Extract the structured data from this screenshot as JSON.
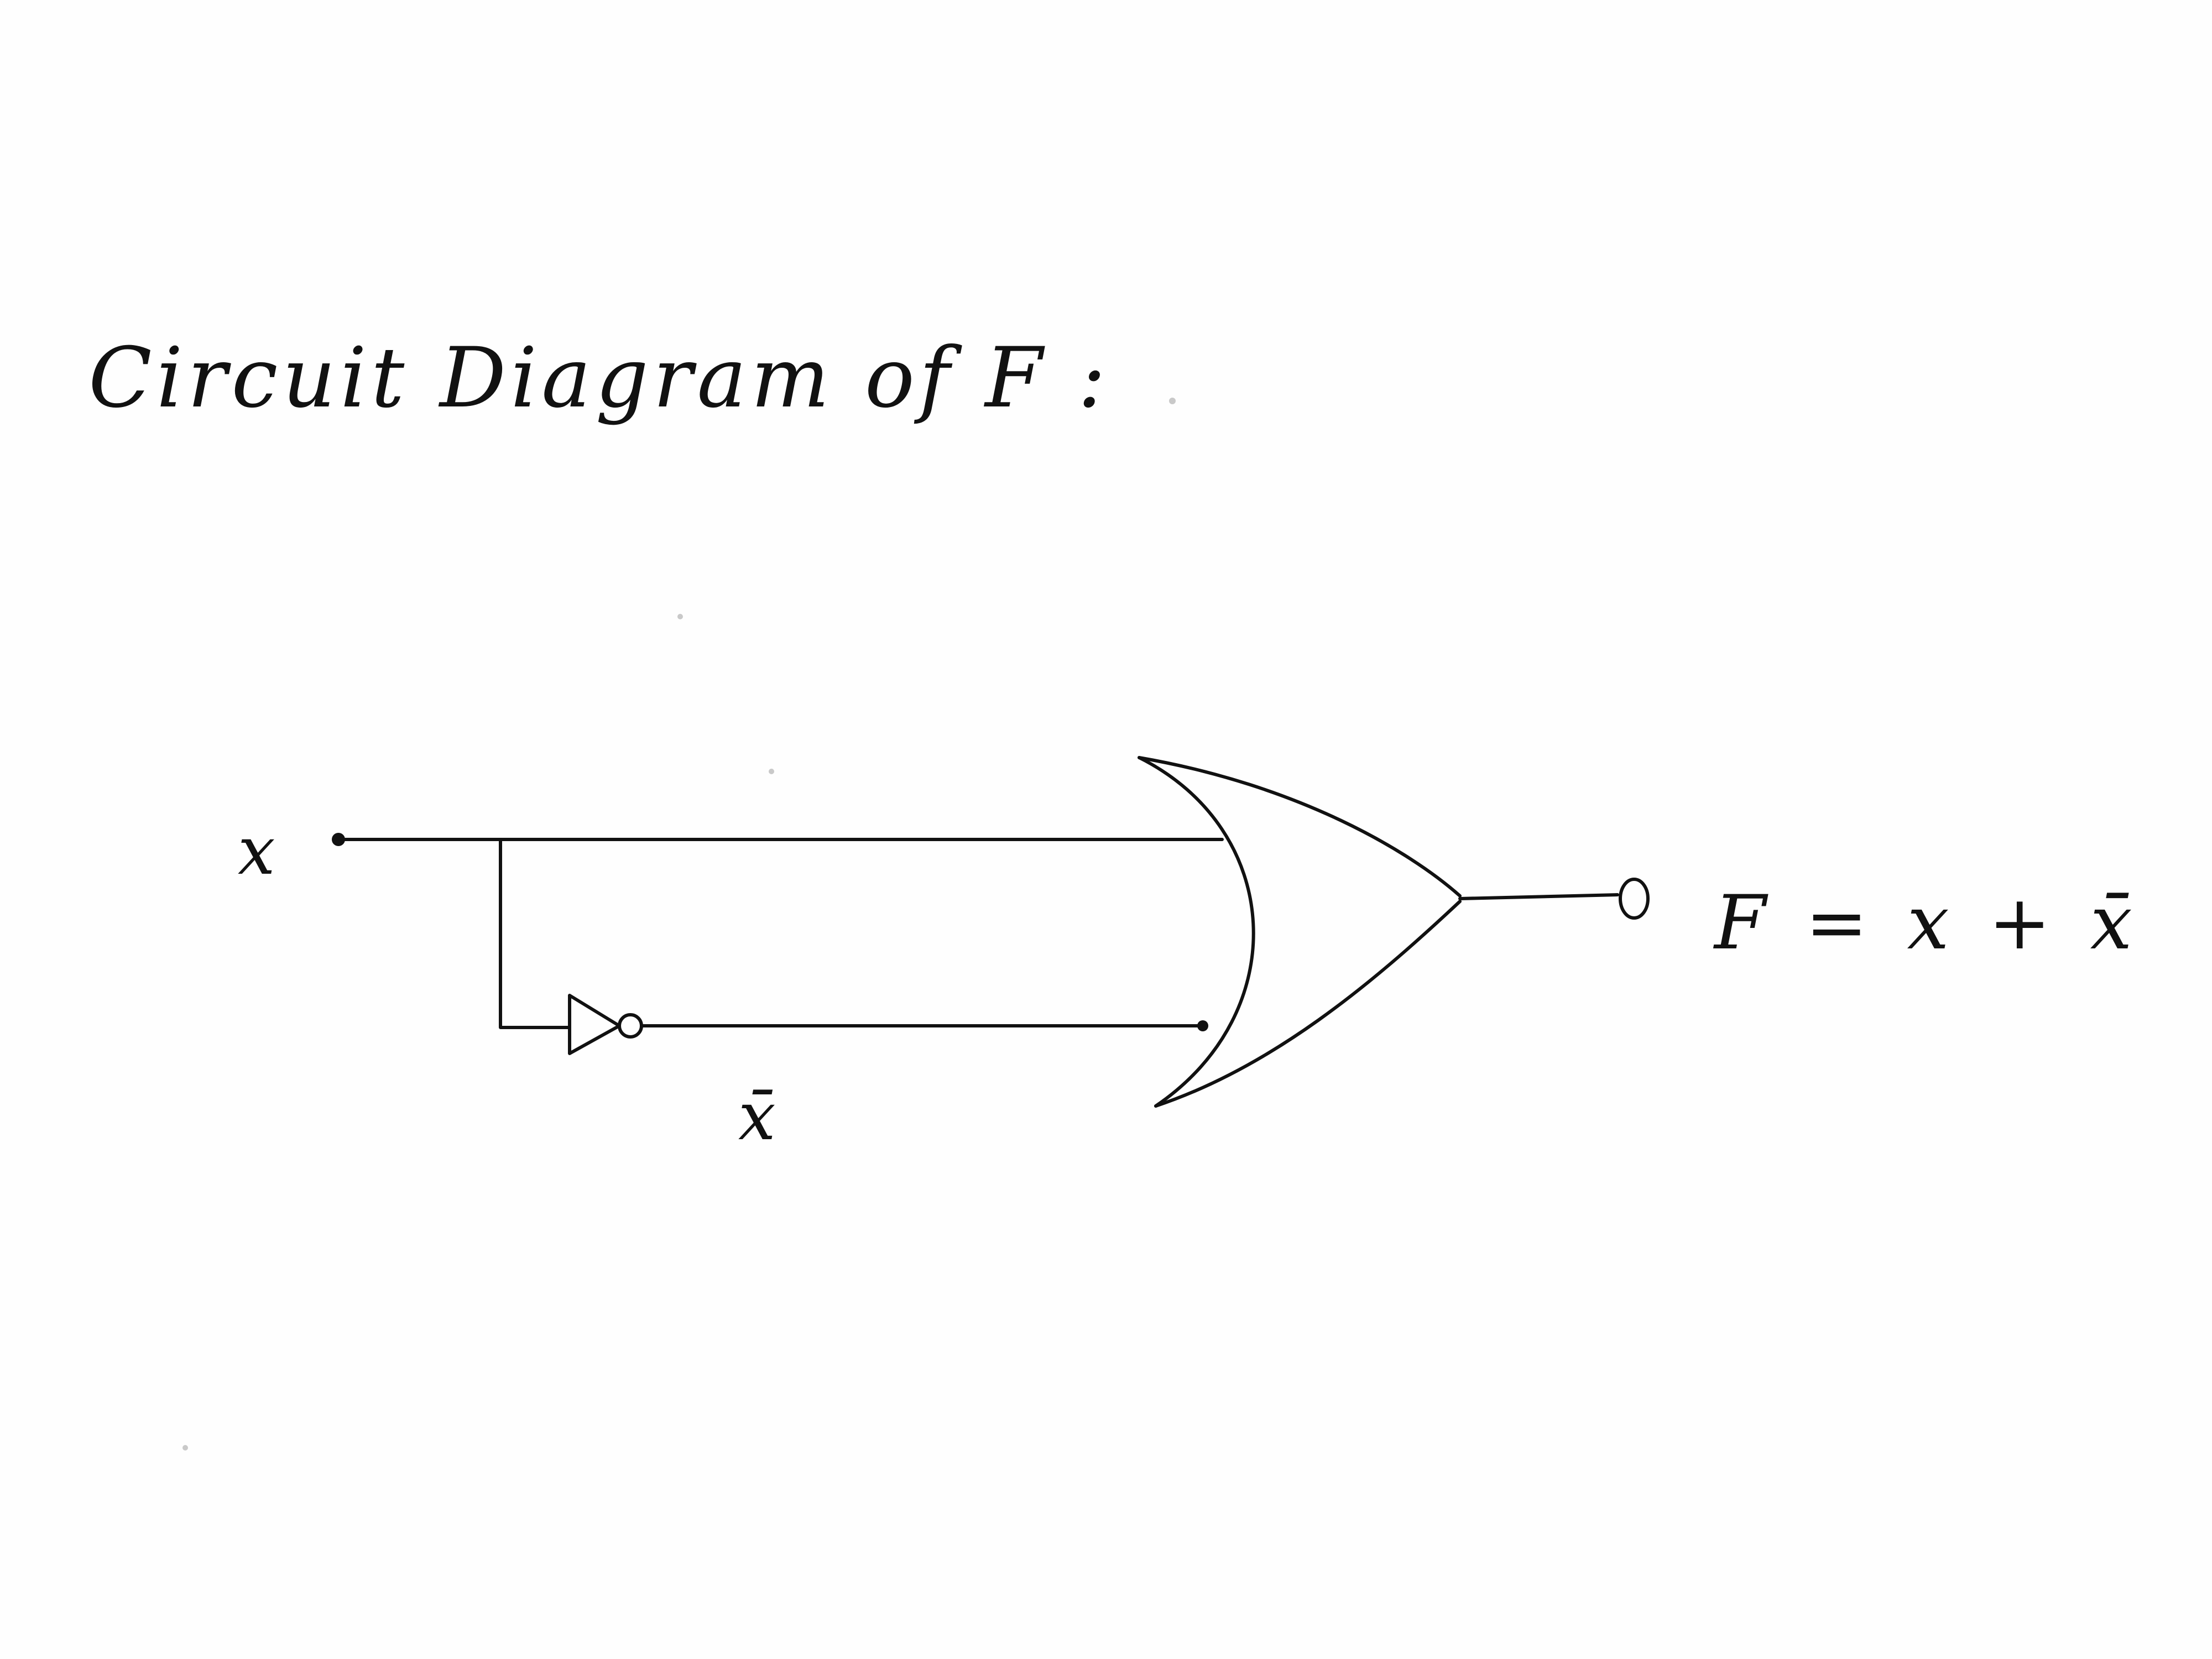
{
  "title": "Circuit Diagram of F :",
  "input_label": "x",
  "inverted_label": "x̄",
  "output_equation": "F = x + x̄",
  "ink_color": "#111111",
  "paper_color": "#fefefe"
}
